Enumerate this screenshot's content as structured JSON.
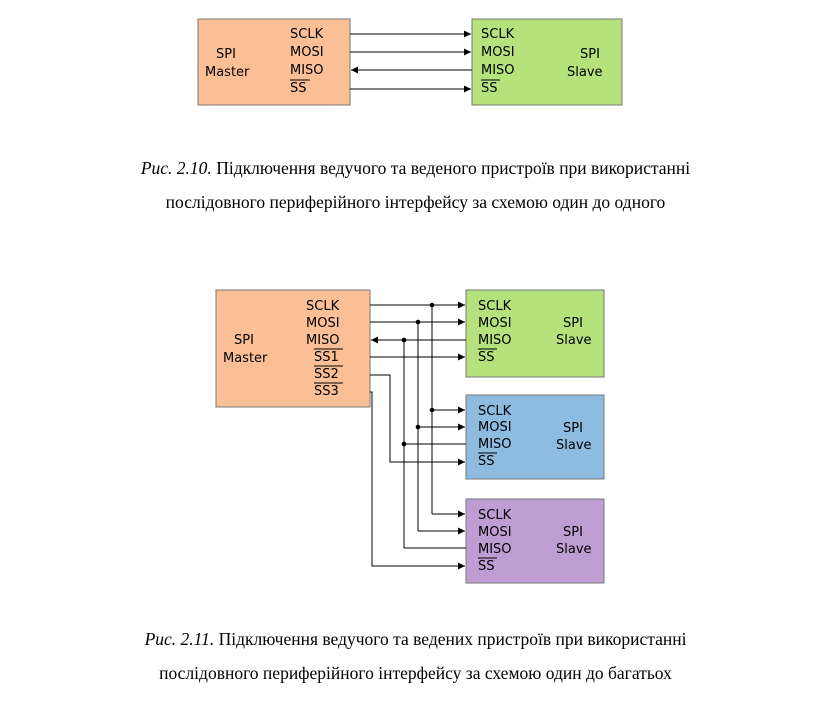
{
  "fig1": {
    "master": {
      "title1": "SPI",
      "title2": "Master",
      "sclk": "SCLK",
      "mosi": "MOSI",
      "miso": "MISO",
      "ss": "SS"
    },
    "slave": {
      "title1": "SPI",
      "title2": "Slave",
      "sclk": "SCLK",
      "mosi": "MOSI",
      "miso": "MISO",
      "ss": "SS"
    },
    "caption": {
      "number": "Рис. 2.10.",
      "line1": " Підключення ведучого та веденого пристроїв при використанні",
      "line2": "послідовного периферійного інтерфейсу за схемою один до одного"
    }
  },
  "fig2": {
    "master": {
      "title1": "SPI",
      "title2": "Master",
      "sclk": "SCLK",
      "mosi": "MOSI",
      "miso": "MISO",
      "ss1": "SS1",
      "ss2": "SS2",
      "ss3": "SS3"
    },
    "slaves": [
      {
        "title1": "SPI",
        "title2": "Slave",
        "sclk": "SCLK",
        "mosi": "MOSI",
        "miso": "MISO",
        "ss": "SS"
      },
      {
        "title1": "SPI",
        "title2": "Slave",
        "sclk": "SCLK",
        "mosi": "MOSI",
        "miso": "MISO",
        "ss": "SS"
      },
      {
        "title1": "SPI",
        "title2": "Slave",
        "sclk": "SCLK",
        "mosi": "MOSI",
        "miso": "MISO",
        "ss": "SS"
      }
    ],
    "caption": {
      "number": "Рис. 2.11.",
      "line1": " Підключення ведучого та ведених пристроїв при використанні",
      "line2": "послідовного периферійного інтерфейсу за схемою один до багатьох"
    }
  },
  "colors": {
    "master": "#fbbf96",
    "slave1": "#b5e27c",
    "slave2": "#8dbce0",
    "slave3": "#be9ed2",
    "border": "#777777"
  }
}
